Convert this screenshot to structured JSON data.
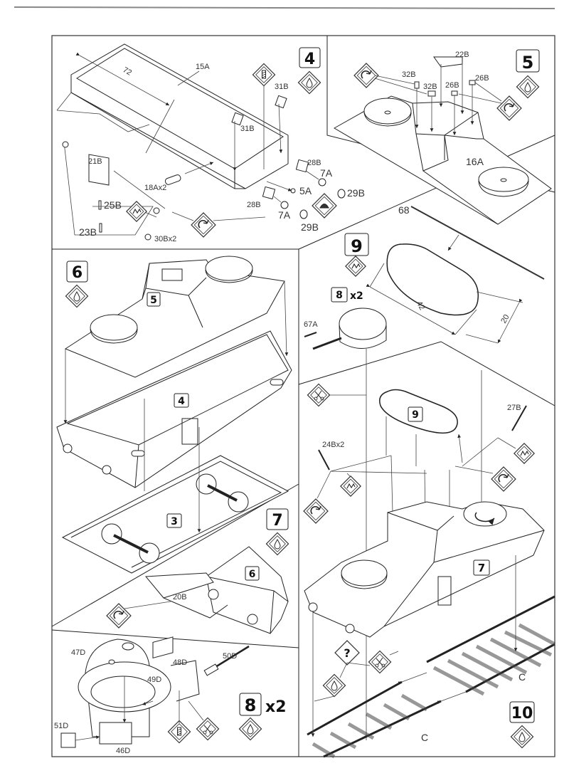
{
  "steps": {
    "s4": {
      "number": "4"
    },
    "s5": {
      "number": "5"
    },
    "s6": {
      "number": "6"
    },
    "s7": {
      "number": "7"
    },
    "s8": {
      "number": "8",
      "multiplier": "x2"
    },
    "s9": {
      "number": "9"
    },
    "s10": {
      "number": "10"
    }
  },
  "callouts": {
    "ref5": "5",
    "ref4": "4",
    "ref3": "3",
    "ref6": "6",
    "ref7": "7",
    "ref9": "9",
    "ref8": "8",
    "ref8_mult": "x2"
  },
  "parts": {
    "p15A": "15A",
    "p31B_a": "31B",
    "p31B_b": "31B",
    "p21B": "21B",
    "p18A": "18Ax2",
    "p25B": "25B",
    "p23B": "23B",
    "p30B": "30Bx2",
    "p28B_a": "28B",
    "p28B_b": "28B",
    "p7A_a": "7A",
    "p7A_b": "7A",
    "p5A": "5A",
    "p29B_a": "29B",
    "p29B_b": "29B",
    "p22B": "22B",
    "p32B_a": "32B",
    "p32B_b": "32B",
    "p26B_a": "26B",
    "p26B_b": "26B",
    "p16A": "16A",
    "p68": "68",
    "p67A": "67A",
    "p27B": "27B",
    "p24B": "24Bx2",
    "p20B": "20B",
    "p47D": "47D",
    "p48D": "48D",
    "p49D": "49D",
    "p50D": "50D",
    "p51D": "51D",
    "p46D": "46D",
    "rail_c1": "C",
    "rail_c2": "C"
  },
  "dimensions": {
    "dim_72": "72",
    "dim_42": "42",
    "dim_20": "20"
  },
  "symbols": {
    "question": "?"
  }
}
